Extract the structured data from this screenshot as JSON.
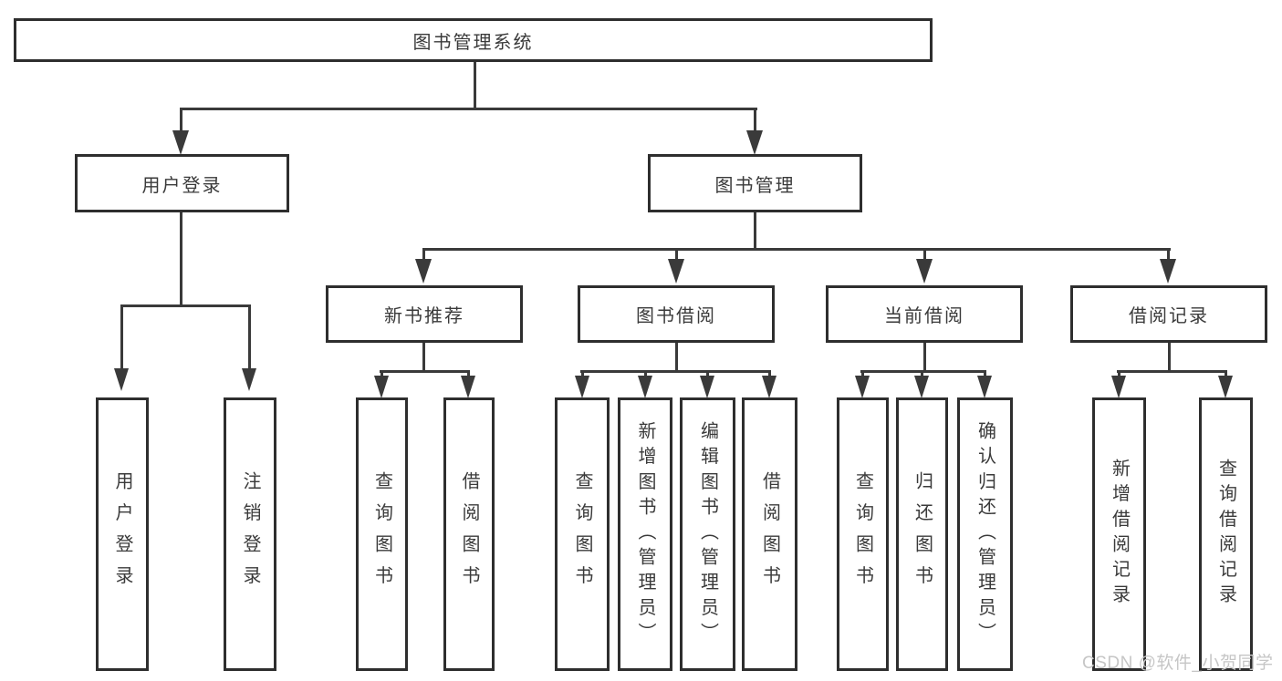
{
  "diagram_title": "图书管理系统",
  "nodes": {
    "root": "图书管理系统",
    "user_login": "用户登录",
    "book_mgmt": "图书管理",
    "new_book_rec": "新书推荐",
    "book_borrow": "图书借阅",
    "current_borrow": "当前借阅",
    "borrow_record": "借阅记录",
    "leaves": {
      "user_login": [
        "用户登录",
        "注销登录"
      ],
      "new_book_rec": [
        "查询图书",
        "借阅图书"
      ],
      "book_borrow": [
        "查询图书",
        "新增图书（管理员）",
        "编辑图书（管理员）",
        "借阅图书"
      ],
      "current_borrow": [
        "查询图书",
        "归还图书",
        "确认归还（管理员）"
      ],
      "borrow_record": [
        "新增借阅记录",
        "查询借阅记录"
      ]
    }
  },
  "watermark": "CSDN @软件_小贺同学",
  "colors": {
    "line": "#3a3a3a",
    "border": "#2e2e2e",
    "text": "#3a3a3a",
    "watermark": "#c6c6c6",
    "background": "#ffffff"
  }
}
